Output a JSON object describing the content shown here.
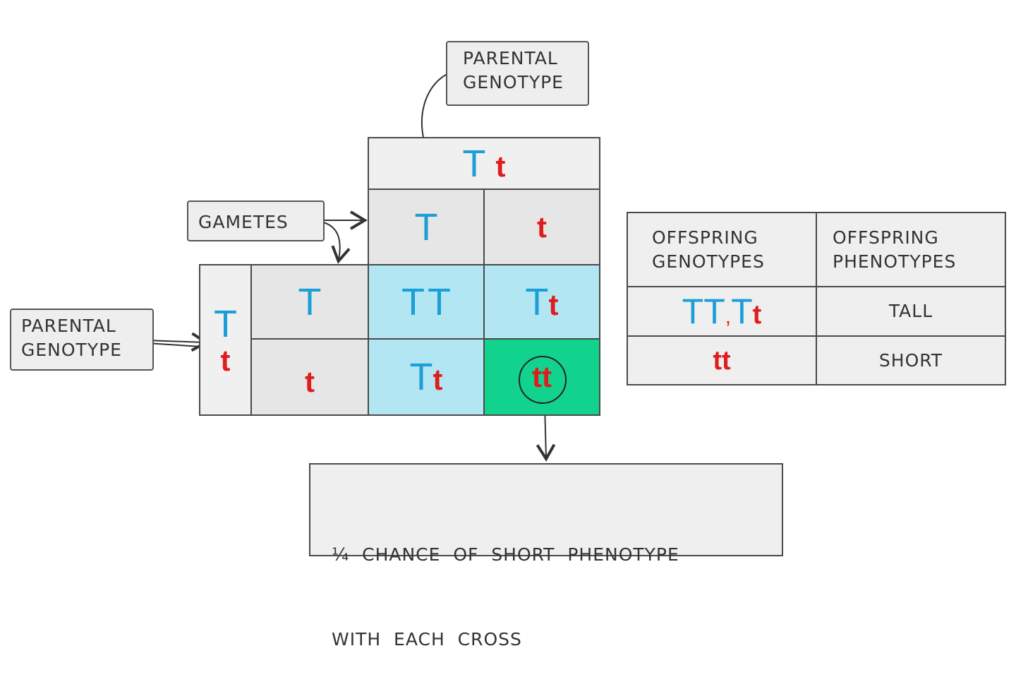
{
  "labels": {
    "parental_genotype_top": [
      "PARENTAL",
      "GENOTYPE"
    ],
    "gametes": "GAMETES",
    "parental_genotype_left": [
      "PARENTAL",
      "GENOTYPE"
    ]
  },
  "punnett": {
    "top_parent": [
      "T",
      "t"
    ],
    "top_gametes": [
      "T",
      "t"
    ],
    "left_parent": [
      "T",
      "t"
    ],
    "left_gametes": [
      "T",
      "t"
    ],
    "offspring": [
      [
        [
          "T",
          "T"
        ],
        [
          "T",
          "t"
        ]
      ],
      [
        [
          "T",
          "t"
        ],
        [
          "t",
          "t"
        ]
      ]
    ]
  },
  "summary_table": {
    "headers": [
      [
        "OFFSPRING",
        "GENOTYPES"
      ],
      [
        "OFFSPRING",
        "PHENOTYPES"
      ]
    ],
    "rows": [
      {
        "genotypes": [
          "T",
          "T",
          ",",
          "T",
          "t"
        ],
        "phenotype": "TALL"
      },
      {
        "genotypes": [
          "t",
          "t"
        ],
        "phenotype": "SHORT"
      }
    ]
  },
  "note": [
    "¼  CHANCE  OF  SHORT  PHENOTYPE",
    "WITH  EACH  CROSS"
  ],
  "colors": {
    "dominant": "#1a9fd6",
    "recessive": "#e01d1d",
    "heterozygous_fill": "#b2e6f3",
    "homozygous_recessive_fill": "#12d38d"
  }
}
